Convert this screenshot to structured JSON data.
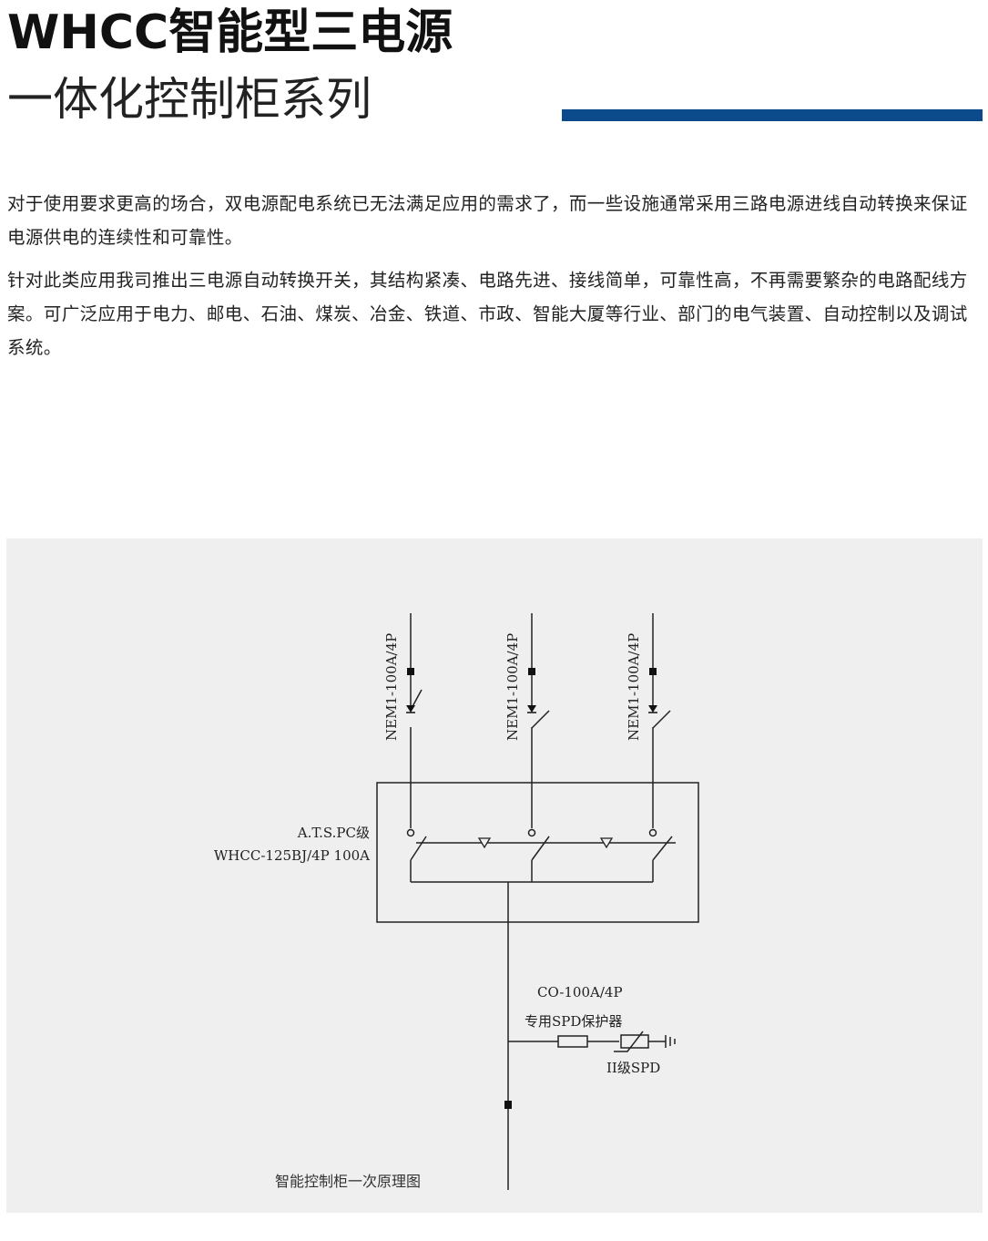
{
  "header": {
    "title_line1": "WHCC智能型三电源",
    "title_line2": "一体化控制柜系列",
    "accent_color": "#0b4a8b"
  },
  "body": {
    "paragraph1": "对于使用要求更高的场合，双电源配电系统已无法满足应用的需求了，而一些设施通常采用三路电源进线自动转换来保证电源供电的连续性和可靠性。",
    "paragraph2": "针对此类应用我司推出三电源自动转换开关，其结构紧凑、电路先进、接线简单，可靠性高，不再需要繁杂的电路配线方案。可广泛应用于电力、邮电、石油、煤炭、冶金、铁道、市政、智能大厦等行业、部门的电气装置、自动控制以及调试系统。"
  },
  "diagram": {
    "breaker_labels": [
      "NEM1-100A/4P",
      "NEM1-100A/4P",
      "NEM1-100A/4P"
    ],
    "ats_label_line1": "A.T.S.PC级",
    "ats_label_line2": "WHCC-125BJ/4P 100A",
    "co_label": "CO-100A/4P",
    "spd_label": "专用SPD保护器",
    "spd_class_label": "II级SPD",
    "caption": "智能控制柜一次原理图",
    "background_color": "#efefef"
  }
}
